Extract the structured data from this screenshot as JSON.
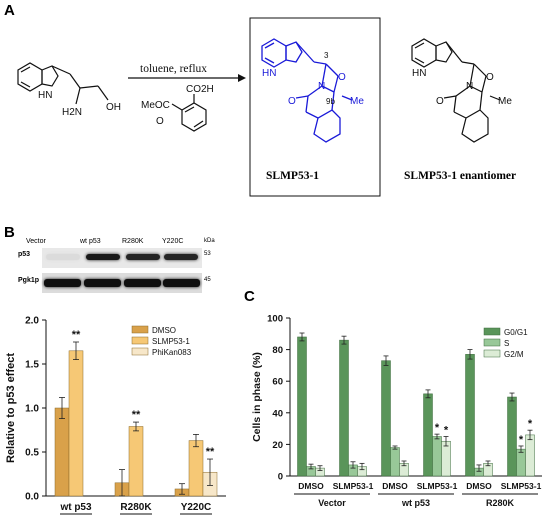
{
  "panels": {
    "a": "A",
    "b": "B",
    "c": "C"
  },
  "scheme": {
    "condition": "toluene, reflux",
    "reagent": {
      "ester": "MeOC",
      "acid": "CO2H",
      "carbonyl": "O"
    },
    "start": {
      "nh": "HN",
      "nh2": "H2N",
      "oh": "OH"
    },
    "product": {
      "nh": "HN",
      "n": "N",
      "o": "O",
      "c3": "3",
      "c9b": "9b",
      "me": "Me",
      "keto": "O"
    },
    "enantiomer": {
      "nh": "HN",
      "n": "N",
      "o": "O",
      "me": "Me",
      "keto": "O"
    },
    "product_label": "SLMP53-1",
    "enantiomer_label": "SLMP53-1 enantiomer",
    "colors": {
      "product": "#1a1ad8",
      "black": "#111111"
    }
  },
  "blot": {
    "lanes": [
      "Vector",
      "wt p53",
      "R280K",
      "Y220C"
    ],
    "kda_label": "kDa",
    "rows": [
      {
        "name": "p53",
        "kda": "53",
        "intensity": [
          0.05,
          0.95,
          0.9,
          0.9
        ]
      },
      {
        "name": "Pgk1p",
        "kda": "45",
        "intensity": [
          1.0,
          1.0,
          1.0,
          1.0
        ]
      }
    ]
  },
  "chart_data": [
    {
      "type": "bar",
      "categories": [
        "wt p53",
        "R280K",
        "Y220C"
      ],
      "series": [
        {
          "name": "DMSO",
          "values": [
            1.0,
            0.15,
            0.08
          ],
          "errors": [
            0.12,
            0.15,
            0.06
          ],
          "color": "#d9a14a"
        },
        {
          "name": "SLMP53-1",
          "values": [
            1.65,
            0.79,
            0.63
          ],
          "errors": [
            0.1,
            0.05,
            0.07
          ],
          "color": "#f6c875"
        },
        {
          "name": "PhiKan083",
          "values": [
            null,
            null,
            0.27
          ],
          "errors": [
            null,
            null,
            0.15
          ],
          "color": "#f7e7c9"
        }
      ],
      "annotations": [
        {
          "category": "wt p53",
          "series": "SLMP53-1",
          "text": "**"
        },
        {
          "category": "R280K",
          "series": "SLMP53-1",
          "text": "**"
        },
        {
          "category": "Y220C",
          "series": "PhiKan083",
          "text": "**"
        }
      ],
      "ylabel": "Relative to p53 effect",
      "yticks": [
        "0.0",
        "0.5",
        "1.0",
        "1.5",
        "2.0"
      ],
      "ylim": [
        0,
        2.0
      ],
      "legend": "top-right"
    },
    {
      "type": "bar",
      "groups": [
        {
          "label": "Vector",
          "conditions": [
            "DMSO",
            "SLMP53-1"
          ]
        },
        {
          "label": "wt p53",
          "conditions": [
            "DMSO",
            "SLMP53-1"
          ]
        },
        {
          "label": "R280K",
          "conditions": [
            "DMSO",
            "SLMP53-1"
          ]
        }
      ],
      "series": [
        {
          "name": "G0/G1",
          "values": [
            88,
            86,
            73,
            52,
            77,
            50
          ],
          "errors": [
            2.5,
            2.5,
            3,
            2.5,
            3,
            2.5
          ],
          "color": "#5a955a"
        },
        {
          "name": "S",
          "values": [
            6,
            7,
            18,
            25,
            5,
            17
          ],
          "errors": [
            1.5,
            2,
            1,
            1.5,
            2,
            2
          ],
          "color": "#98c898"
        },
        {
          "name": "G2/M",
          "values": [
            5,
            6,
            8,
            22,
            8,
            26
          ],
          "errors": [
            1.5,
            2,
            1.5,
            3,
            1.5,
            3
          ],
          "color": "#dcecd6"
        }
      ],
      "annotations": [
        {
          "index": 3,
          "series": "S",
          "text": "*"
        },
        {
          "index": 3,
          "series": "G2/M",
          "text": "*"
        },
        {
          "index": 5,
          "series": "S",
          "text": "*"
        },
        {
          "index": 5,
          "series": "G2/M",
          "text": "*"
        }
      ],
      "ylabel": "Cells in phase (%)",
      "yticks": [
        "0",
        "20",
        "40",
        "60",
        "80",
        "100"
      ],
      "ylim": [
        0,
        100
      ],
      "legend": "top-right"
    }
  ]
}
